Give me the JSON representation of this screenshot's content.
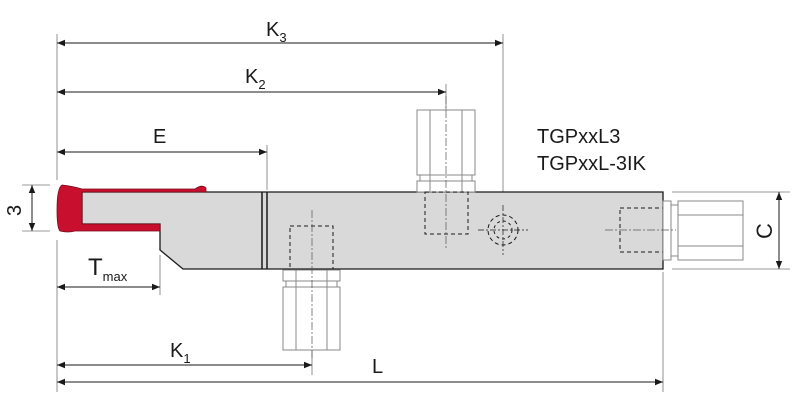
{
  "title_lines": [
    "TGPxxL3",
    "TGPxxL-3IK"
  ],
  "dimensions": {
    "k3": {
      "main": "K",
      "sub": "3"
    },
    "k2": {
      "main": "K",
      "sub": "2"
    },
    "k1": {
      "main": "K",
      "sub": "1"
    },
    "e": "E",
    "tmax": {
      "main": "T",
      "sub": "max"
    },
    "l": "L",
    "three": "3",
    "c": "C"
  },
  "colors": {
    "insert": "#c8102e",
    "body": "#d9d9d9",
    "line": "#1a1a1a",
    "thin": "#555555"
  }
}
